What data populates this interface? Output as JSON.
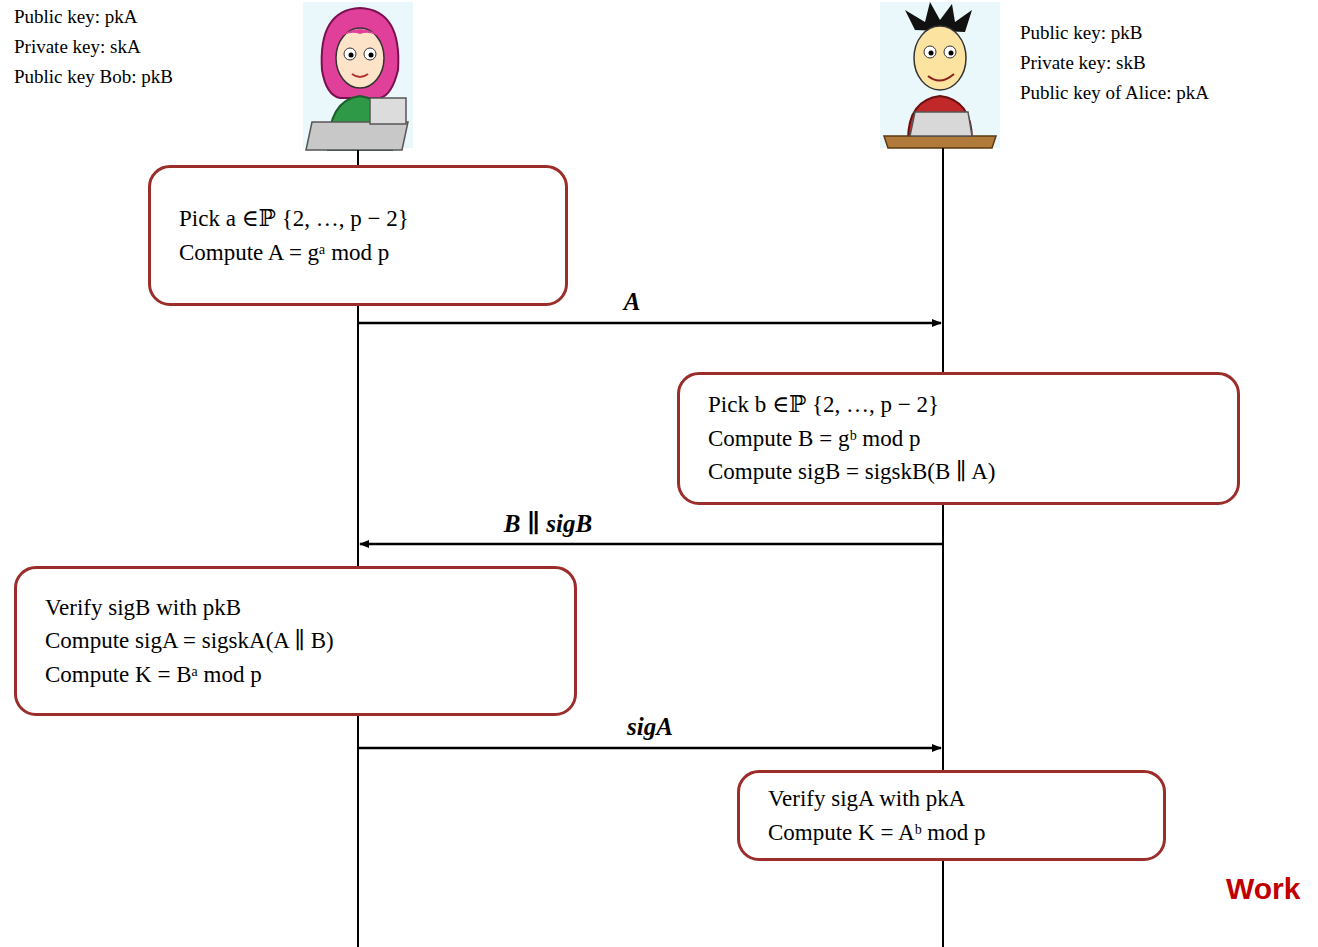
{
  "diagram": {
    "nodes": [
      {
        "text": [
          "Pick a ∈ℙ {2, …, p − 2}",
          "Compute A = gᵃ mod p"
        ]
      },
      {
        "text": [
          "Pick b ∈ℙ {2, …, p − 2}",
          "Compute B = gᵇ mod p",
          "Compute sigB = sigskB(B ∥ A)"
        ]
      },
      {
        "text": [
          "Verify sigB with pkB",
          "Compute sigA = sigskA(A ∥ B)",
          "Compute K = Bᵃ mod p"
        ]
      },
      {
        "text": [
          "Verify sigA with pkA",
          "Compute K = Aᵇ mod p"
        ]
      }
    ],
    "labels": [
      "Public key: pkA",
      "Private key: skA",
      "Public key Bob: pkB",
      "Public key: pkB",
      "Private key: skB",
      "Public key of Alice: pkA",
      "A",
      "B ∥ sigB",
      "sigA",
      "Work"
    ]
  }
}
